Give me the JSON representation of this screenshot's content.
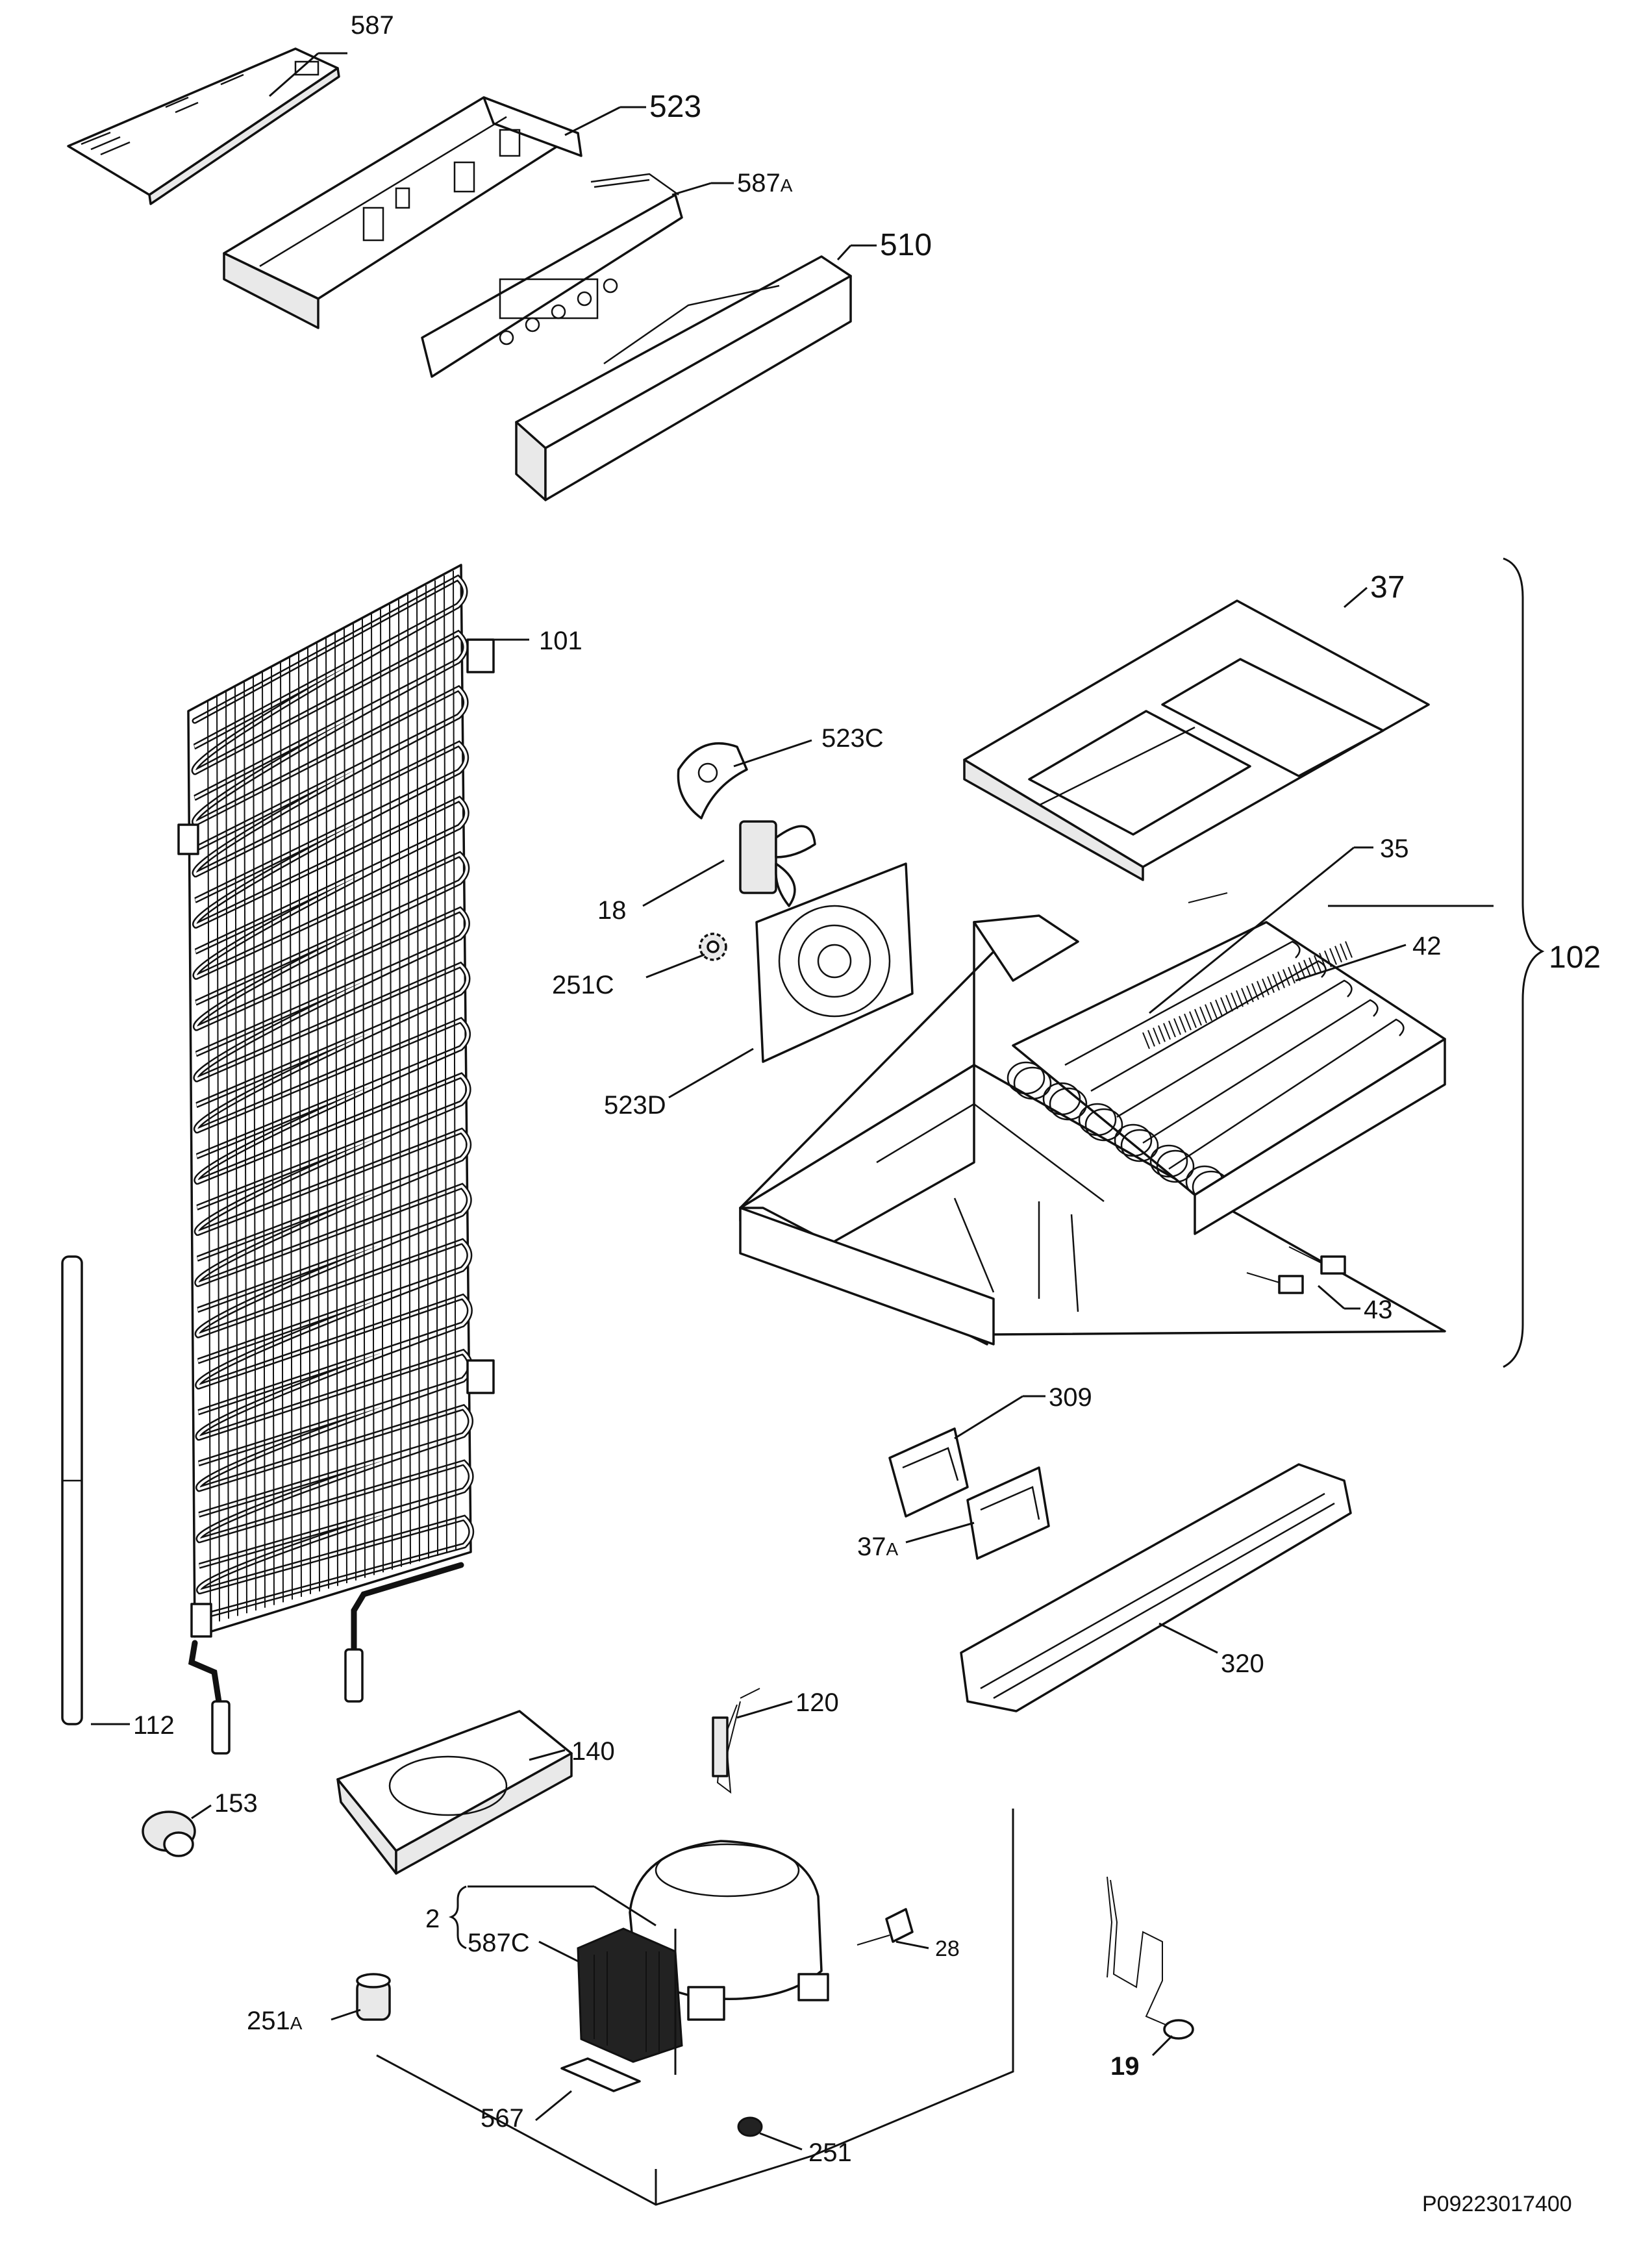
{
  "labels": {
    "l587": "587",
    "l523": "523",
    "l587a_num": "587",
    "l587a_suf": "A",
    "l510": "510",
    "l101": "101",
    "l37": "37",
    "l523c": "523C",
    "l35": "35",
    "l18": "18",
    "l42": "42",
    "l102": "102",
    "l251c": "251C",
    "l523d": "523D",
    "l43": "43",
    "l309": "309",
    "l37a_num": "37",
    "l37a_suf": "A",
    "l320": "320",
    "l112": "112",
    "l120": "120",
    "l140": "140",
    "l153": "153",
    "l2": "2",
    "l587c": "587C",
    "l28": "28",
    "l251a_num": "251",
    "l251a_suf": "A",
    "l19": "19",
    "l567": "567",
    "l251": "251"
  },
  "drawing_code": "P09223017400",
  "colors": {
    "line": "#111111",
    "background": "#ffffff"
  }
}
